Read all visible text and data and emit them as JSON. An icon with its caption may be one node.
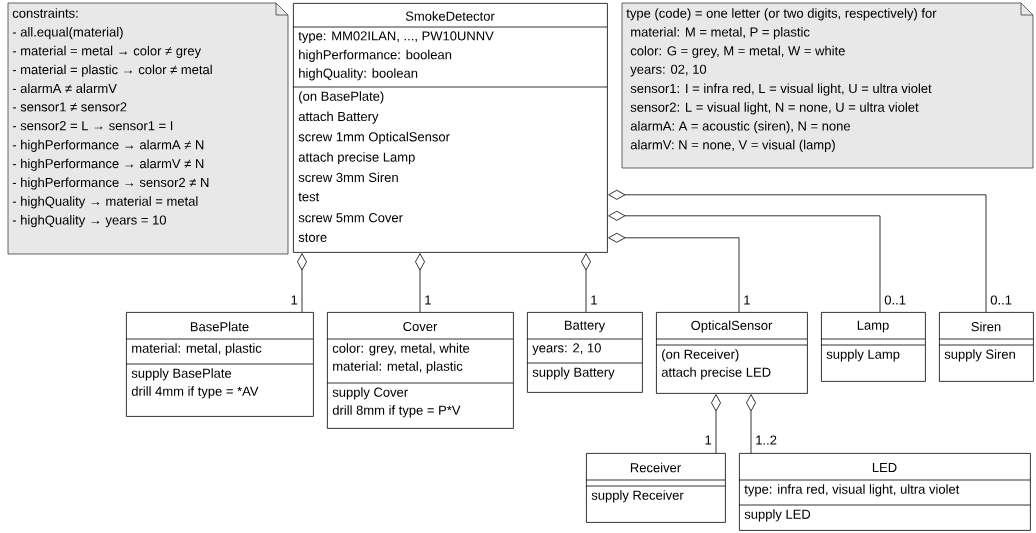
{
  "diagram": {
    "nodes": [
      {
        "text": [
          "constraints:",
          "- all.equal(material)",
          "- material = metal → color ≠ grey",
          "- material = plastic → color ≠ metal",
          "- alarmA ≠ alarmV",
          "- sensor1 ≠ sensor2",
          "- sensor2 = L → sensor1 = I",
          "- highPerformance → alarmA ≠ N",
          "- highPerformance → alarmV ≠ N",
          "- highPerformance → sensor2 ≠ N",
          "- highQuality → material = metal",
          "- highQuality → years = 10"
        ]
      },
      {
        "text": [
          "SmokeDetector",
          "type: MM02ILAN, ..., PW10UNNV",
          "highPerformance: boolean",
          "highQuality: boolean",
          "(on BasePlate)",
          "attach Battery",
          "screw 1mm OpticalSensor",
          "attach precise Lamp",
          "screw 3mm Siren",
          "test",
          "screw 5mm Cover",
          "store"
        ]
      },
      {
        "text": [
          "type (code) = one letter (or two digits, respectively) for",
          "material: M = metal, P = plastic",
          "color: G = grey, M = metal, W = white",
          "years: 02, 10",
          "sensor1: I = infra red, L = visual light, U = ultra violet",
          "sensor2: L = visual light, N = none, U = ultra violet",
          "alarmA: A = acoustic (siren), N = none",
          "alarmV: N = none, V = visual (lamp)"
        ]
      },
      {
        "text": [
          "BasePlate",
          "material: metal, plastic",
          "supply BasePlate",
          "drill 4mm if type = *AV"
        ]
      },
      {
        "text": [
          "Cover",
          "color: grey, metal, white",
          "material: metal, plastic",
          "supply Cover",
          "drill 8mm if type = P*V"
        ]
      },
      {
        "text": [
          "Battery",
          "years: 2, 10",
          "supply Battery"
        ]
      },
      {
        "text": [
          "OpticalSensor",
          "(on Receiver)",
          "attach precise LED"
        ]
      },
      {
        "text": [
          "Lamp",
          "supply Lamp"
        ]
      },
      {
        "text": [
          "Siren",
          "supply Siren"
        ]
      },
      {
        "text": [
          "Receiver",
          "supply Receiver"
        ]
      },
      {
        "text": [
          "LED",
          "type: infra red, visual light, ultra violet",
          "supply LED"
        ]
      }
    ],
    "edges": [
      {
        "from": 1,
        "to": 3,
        "arrow": "other",
        "label": "1"
      },
      {
        "from": 1,
        "to": 4,
        "arrow": "other",
        "label": "1"
      },
      {
        "from": 1,
        "to": 5,
        "arrow": "other",
        "label": "1"
      },
      {
        "from": 1,
        "to": 6,
        "arrow": "other",
        "label": "1"
      },
      {
        "from": 1,
        "to": 7,
        "arrow": "other",
        "label": "0..1"
      },
      {
        "from": 1,
        "to": 8,
        "arrow": "other",
        "label": "0..1"
      },
      {
        "from": 6,
        "to": 9,
        "arrow": "other",
        "label": "1"
      },
      {
        "from": 6,
        "to": 10,
        "arrow": "other",
        "label": "1..2"
      }
    ]
  }
}
